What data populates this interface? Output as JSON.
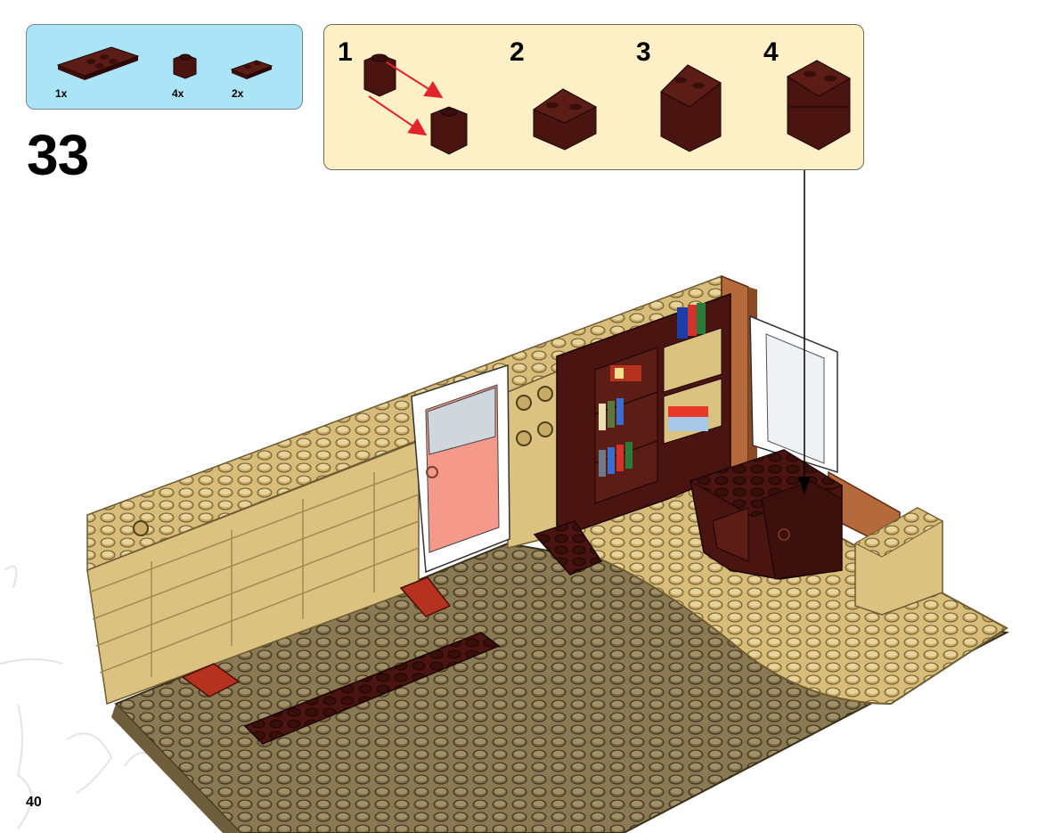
{
  "parts": [
    {
      "qty": "1x",
      "icon": "dark-brown-plate-2x4-icon"
    },
    {
      "qty": "4x",
      "icon": "dark-brown-brick-1x1-icon"
    },
    {
      "qty": "2x",
      "icon": "dark-brown-plate-1x2-icon"
    }
  ],
  "step_number": "33",
  "substeps": [
    "1",
    "2",
    "3",
    "4"
  ],
  "page_number": "40",
  "colors": {
    "parts_box": "#abe3f7",
    "substep_box": "#fdefc6",
    "dark_brown": "#4a1410",
    "tan": "#dcc281",
    "dark_tan": "#8e7d55",
    "red": "#b5321e",
    "arrow": "#e3222a"
  }
}
